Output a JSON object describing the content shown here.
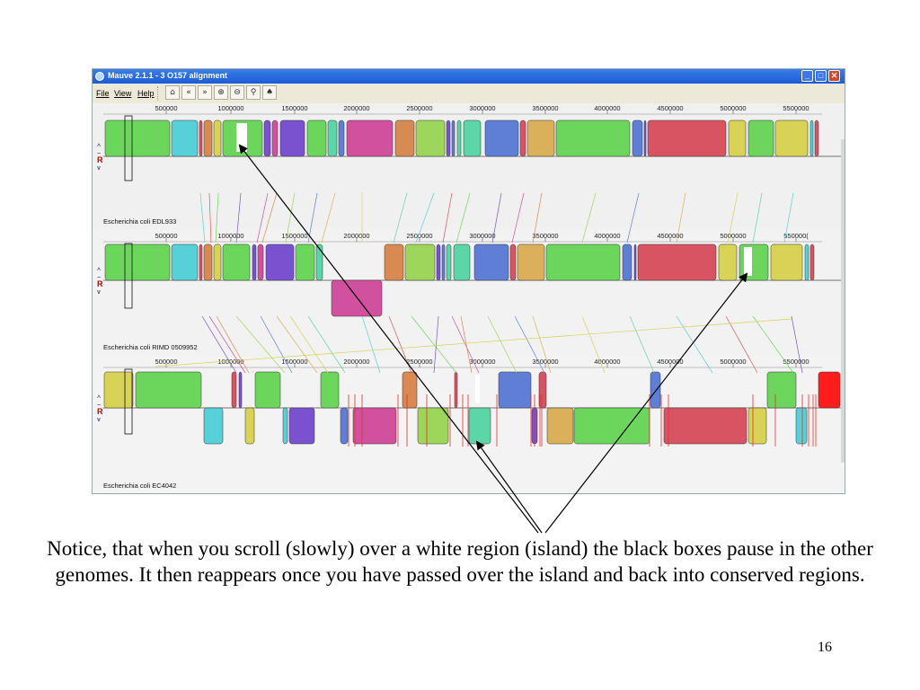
{
  "window": {
    "title": "Mauve 2.1.1 - 3 O157 alignment",
    "controls": {
      "minimize": "_",
      "maximize": "□",
      "close": "✕"
    }
  },
  "menu": {
    "file": "File",
    "view": "View",
    "help": "Help"
  },
  "toolbar": {
    "icons": [
      "home-icon",
      "scroll-left-icon",
      "scroll-right-icon",
      "zoom-in-icon",
      "zoom-out-icon",
      "find-icon",
      "bird-icon"
    ]
  },
  "ruler_ticks": [
    "500000",
    "1000000",
    "1500000",
    "2000000",
    "2500000",
    "3000000",
    "3500000",
    "4000000",
    "4500000",
    "5000000",
    "5500000"
  ],
  "genomes": [
    {
      "name": "Escherichia coli EDL933",
      "ruler_end_label": "5500000"
    },
    {
      "name": "Escherichia coli RIMD 0509952",
      "ruler_end_label": "550000("
    },
    {
      "name": "Escherichia coli EC4042",
      "ruler_end_label": "5500000"
    }
  ],
  "panel_controls": {
    "up": "^",
    "minus": "−",
    "r": "R",
    "down": "v"
  },
  "colors": {
    "green": "#6cd65c",
    "cyan": "#58d0d8",
    "orange": "#d98a52",
    "red": "#d95462",
    "purple": "#7a52d0",
    "magenta": "#d2519e",
    "lime": "#9ed65c",
    "teal": "#5cd6a8",
    "blue": "#5f7fd6",
    "gold": "#dab05a",
    "yellow": "#d8d256",
    "brightred": "#ff1c1c"
  },
  "caption": "Notice, that when you scroll (slowly) over a white region (island) the black boxes pause in the other genomes. It then reappears once you have passed over the island and back into conserved regions.",
  "slide_number": "16"
}
